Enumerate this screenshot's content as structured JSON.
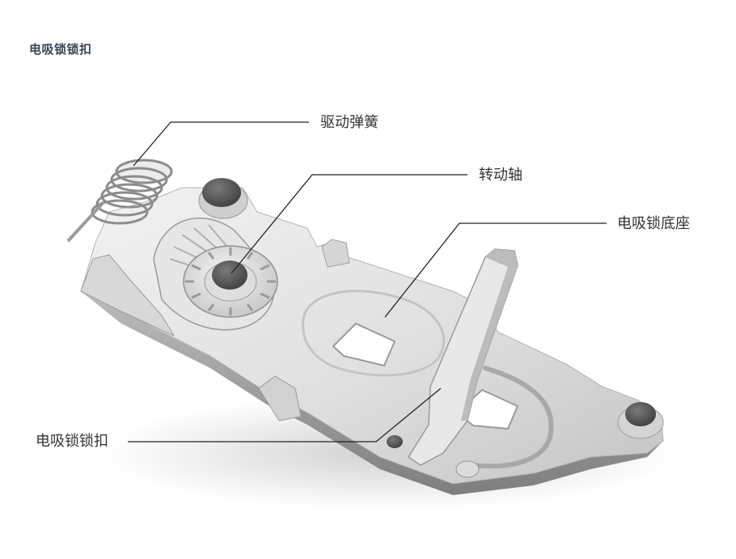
{
  "page": {
    "title": "电吸锁锁扣"
  },
  "diagram": {
    "callouts": {
      "spring": "驱动弹簧",
      "shaft": "转动轴",
      "base": "电吸锁底座",
      "latch": "电吸锁锁扣"
    },
    "colors": {
      "title": "#3a4758",
      "label": "#333333",
      "leader_line": "#222222",
      "part_light": "#e4e4e4",
      "part_shadow": "#8a8a8a",
      "pin_dark": "#555555"
    }
  }
}
